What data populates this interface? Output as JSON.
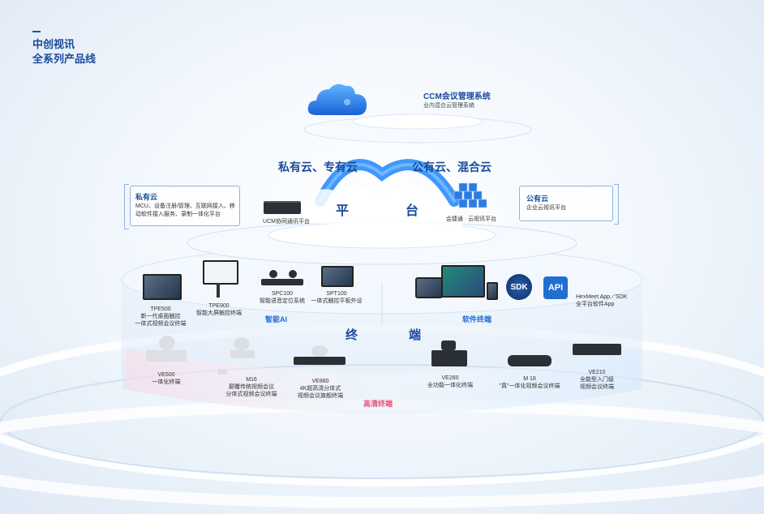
{
  "headline": {
    "line1": "中创视讯",
    "line2": "全系列产品线"
  },
  "ccm": {
    "title": "CCM会议管理系统",
    "subtitle": "业内混合云管理系统"
  },
  "clouds": {
    "private_header": "私有云、专有云",
    "public_header": "公有云、混合云",
    "platform_char1": "平",
    "platform_char2": "台"
  },
  "private_panel": {
    "title": "私有云",
    "desc_line1": "MCU、设备注册/管理、互联网接入、移",
    "desc_line2": "动软件接入服务、录制一体化平台"
  },
  "public_panel": {
    "title": "公有云",
    "desc": "企业云视讯平台"
  },
  "platforms": {
    "ucm": "UCM协同通讯平台",
    "jjt": "会捷通 · 云视讯平台"
  },
  "ai_devices": [
    {
      "model": "TPE500",
      "line1": "新一代桌面触控",
      "line2": "一体式视频会议终端"
    },
    {
      "model": "TPE900",
      "line1": "智能大屏触控终端",
      "line2": ""
    },
    {
      "model": "SPC100",
      "line1": "智能语音定位系统",
      "line2": ""
    },
    {
      "model": "SPT100",
      "line1": "一体式触控平板外设",
      "line2": ""
    }
  ],
  "software": {
    "sdk": "SDK",
    "api": "API",
    "hexmeet_line1": "HexMeet App／SDK",
    "hexmeet_line2": "全平台软件App"
  },
  "section_labels": {
    "smart_ai": "智能AI",
    "software": "软件终端",
    "terminal_char1": "终",
    "terminal_char2": "端",
    "hd": "高清终端"
  },
  "hd_devices": [
    {
      "model": "VE500",
      "line1": "一体化终端",
      "line2": ""
    },
    {
      "model": "M16",
      "line1": "颠覆传统视频会议",
      "line2": "分体式视频会议终端"
    },
    {
      "model": "VE880",
      "line1": "4K超高清分体式",
      "line2": "视频会议旗舰终端"
    },
    {
      "model": "VE260",
      "line1": "全功能一体化终端",
      "line2": ""
    },
    {
      "model": "M 18",
      "line1": "\"真\"一体化视频会议终端",
      "line2": ""
    },
    {
      "model": "VE210",
      "line1": "全能型入门级",
      "line2": "视频会议终端"
    }
  ],
  "colors": {
    "primary": "#1c4ea0",
    "accent": "#2a8cff",
    "hd_label": "#e4547a",
    "ai_label": "#1f6fd1"
  }
}
